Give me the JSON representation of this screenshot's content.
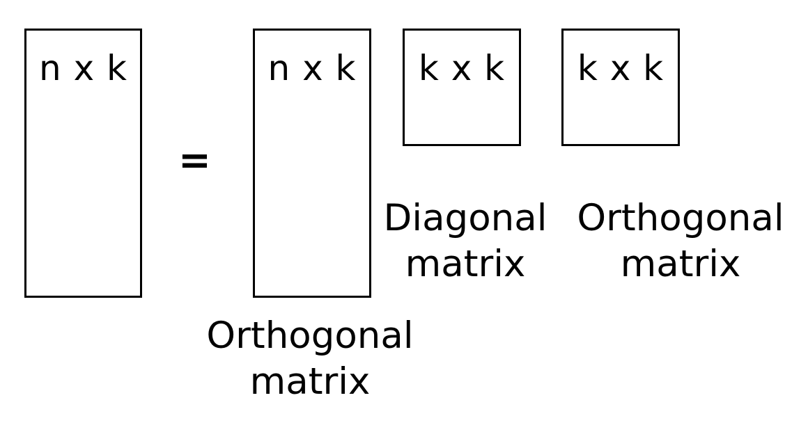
{
  "equation": {
    "equals_sign": "=",
    "input_matrix": {
      "dims": "n x k"
    },
    "left_factor": {
      "dims": "n x k",
      "caption_line1": "Orthogonal",
      "caption_line2": "matrix"
    },
    "middle_factor": {
      "dims": "k x k",
      "caption_line1": "Diagonal",
      "caption_line2": "matrix"
    },
    "right_factor": {
      "dims": "k x k",
      "caption_line1": "Orthogonal",
      "caption_line2": "matrix"
    }
  }
}
